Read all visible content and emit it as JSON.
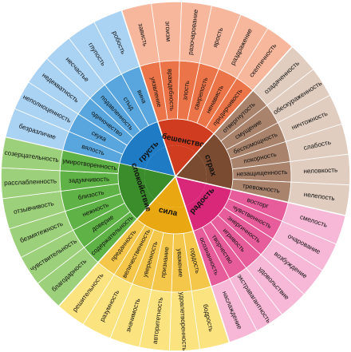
{
  "wheel": {
    "colors": {
      "sad_inner": "#1f7bc4",
      "sad_mid": "#58a6dd",
      "sad_outer": "#a9d2f3",
      "mad_inner": "#cf3c1f",
      "mad_mid": "#eb7448",
      "mad_outer": "#f7b79c",
      "scared_inner": "#7a4a31",
      "scared_mid": "#a9836c",
      "scared_outer": "#e0cdbf",
      "joy_inner": "#d9277a",
      "joy_mid": "#e75d9b",
      "joy_outer": "#f6b8d6",
      "power_inner": "#e9a812",
      "power_mid": "#f4c64a",
      "power_outer": "#fbe37f",
      "peace_inner": "#3a8d2a",
      "peace_mid": "#5fb245",
      "peace_outer": "#9dd07a"
    },
    "core": [
      {
        "name": "грусть",
        "mid_start": 193,
        "mid_end": 252,
        "inner_color": "sad_inner",
        "mid_color": "sad_mid",
        "outer_color": "sad_outer",
        "mid": [
          "вялость",
          "скука",
          "одиночество",
          "подавленность",
          "стыд",
          "вина"
        ],
        "outer": [
          "безразличие",
          "неполноценность",
          "недекватность",
          "несчастье",
          "глупость",
          "робость"
        ]
      },
      {
        "name": "бешенство",
        "mid_start": 252,
        "mid_end": 312,
        "inner_color": "mad_inner",
        "mid_color": "mad_mid",
        "outer_color": "mad_outer",
        "mid": [
          "уязвление",
          "враждебность",
          "злость",
          "свирепость",
          "ненависть",
          "придирчивость"
        ],
        "outer": [
          "зависть",
          "эгоизм",
          "разочарование",
          "ярость",
          "раздражение",
          "скептичность"
        ]
      },
      {
        "name": "страх",
        "mid_start": 312,
        "mid_end": 373,
        "inner_color": "scared_inner",
        "mid_color": "scared_mid",
        "outer_color": "scared_outer",
        "mid": [
          "отвергнутость",
          "смущение",
          "беспомощность",
          "покорность",
          "незащищенность",
          "тревожность"
        ],
        "outer": [
          "озадаченность",
          "обескураженность",
          "ничтожность",
          "слабость",
          "неловкость",
          "нелепость"
        ]
      },
      {
        "name": "радость",
        "mid_start": 373,
        "mid_end": 432,
        "inner_color": "joy_inner",
        "mid_color": "joy_mid",
        "outer_color": "joy_outer",
        "mid": [
          "восторг",
          "чувственность",
          "энергичность",
          "игривость",
          "творчество",
          "осознанность"
        ],
        "outer": [
          "смелость",
          "очарование",
          "возбуждение",
          "удовольствие",
          "экстравагантность",
          "наслаждение"
        ]
      },
      {
        "name": "сила",
        "mid_start": 432,
        "mid_end": 492,
        "inner_color": "power_inner",
        "mid_color": "power_mid",
        "outer_color": "power_outer",
        "mid": [
          "гордость",
          "уважение",
          "признание",
          "уверенность",
          "величественность",
          "преданность"
        ],
        "outer": [
          "бодрость",
          "удовлетворенность",
          "авторитетность",
          "значимость",
          "разумность",
          "решительность"
        ]
      },
      {
        "name": "спокойствие",
        "mid_start": 492,
        "mid_end": 553,
        "inner_color": "peace_inner",
        "mid_color": "peace_mid",
        "outer_color": "peace_outer",
        "mid": [
          "содержательность",
          "доверие",
          "нежность",
          "близость",
          "задумчивость",
          "умиротворенность"
        ],
        "outer": [
          "благодарность",
          "чувствительность",
          "безмятежность",
          "отзывчивость",
          "расслабленность",
          "созерцательность"
        ]
      }
    ]
  }
}
